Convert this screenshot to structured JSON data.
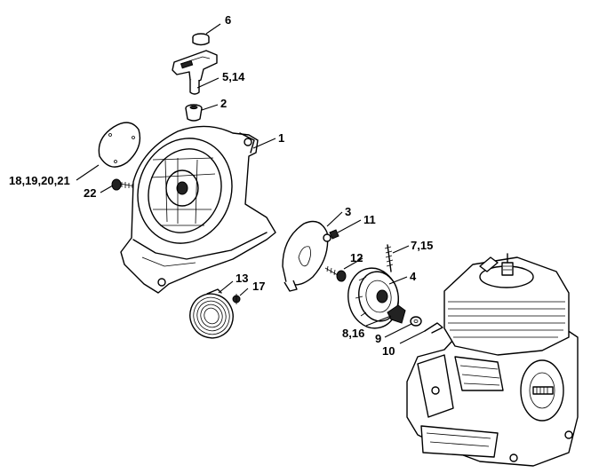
{
  "diagram": {
    "callouts": [
      {
        "id": "c6",
        "text": "6"
      },
      {
        "id": "c514",
        "text": "5,14"
      },
      {
        "id": "c2",
        "text": "2"
      },
      {
        "id": "c1",
        "text": "1"
      },
      {
        "id": "c18",
        "text": "18,19,20,21"
      },
      {
        "id": "c22",
        "text": "22"
      },
      {
        "id": "c3",
        "text": "3"
      },
      {
        "id": "c11",
        "text": "11"
      },
      {
        "id": "c715",
        "text": "7,15"
      },
      {
        "id": "c12",
        "text": "12"
      },
      {
        "id": "c4",
        "text": "4"
      },
      {
        "id": "c13",
        "text": "13"
      },
      {
        "id": "c17",
        "text": "17"
      },
      {
        "id": "c816",
        "text": "8,16"
      },
      {
        "id": "c9",
        "text": "9"
      },
      {
        "id": "c10",
        "text": "10"
      }
    ]
  }
}
